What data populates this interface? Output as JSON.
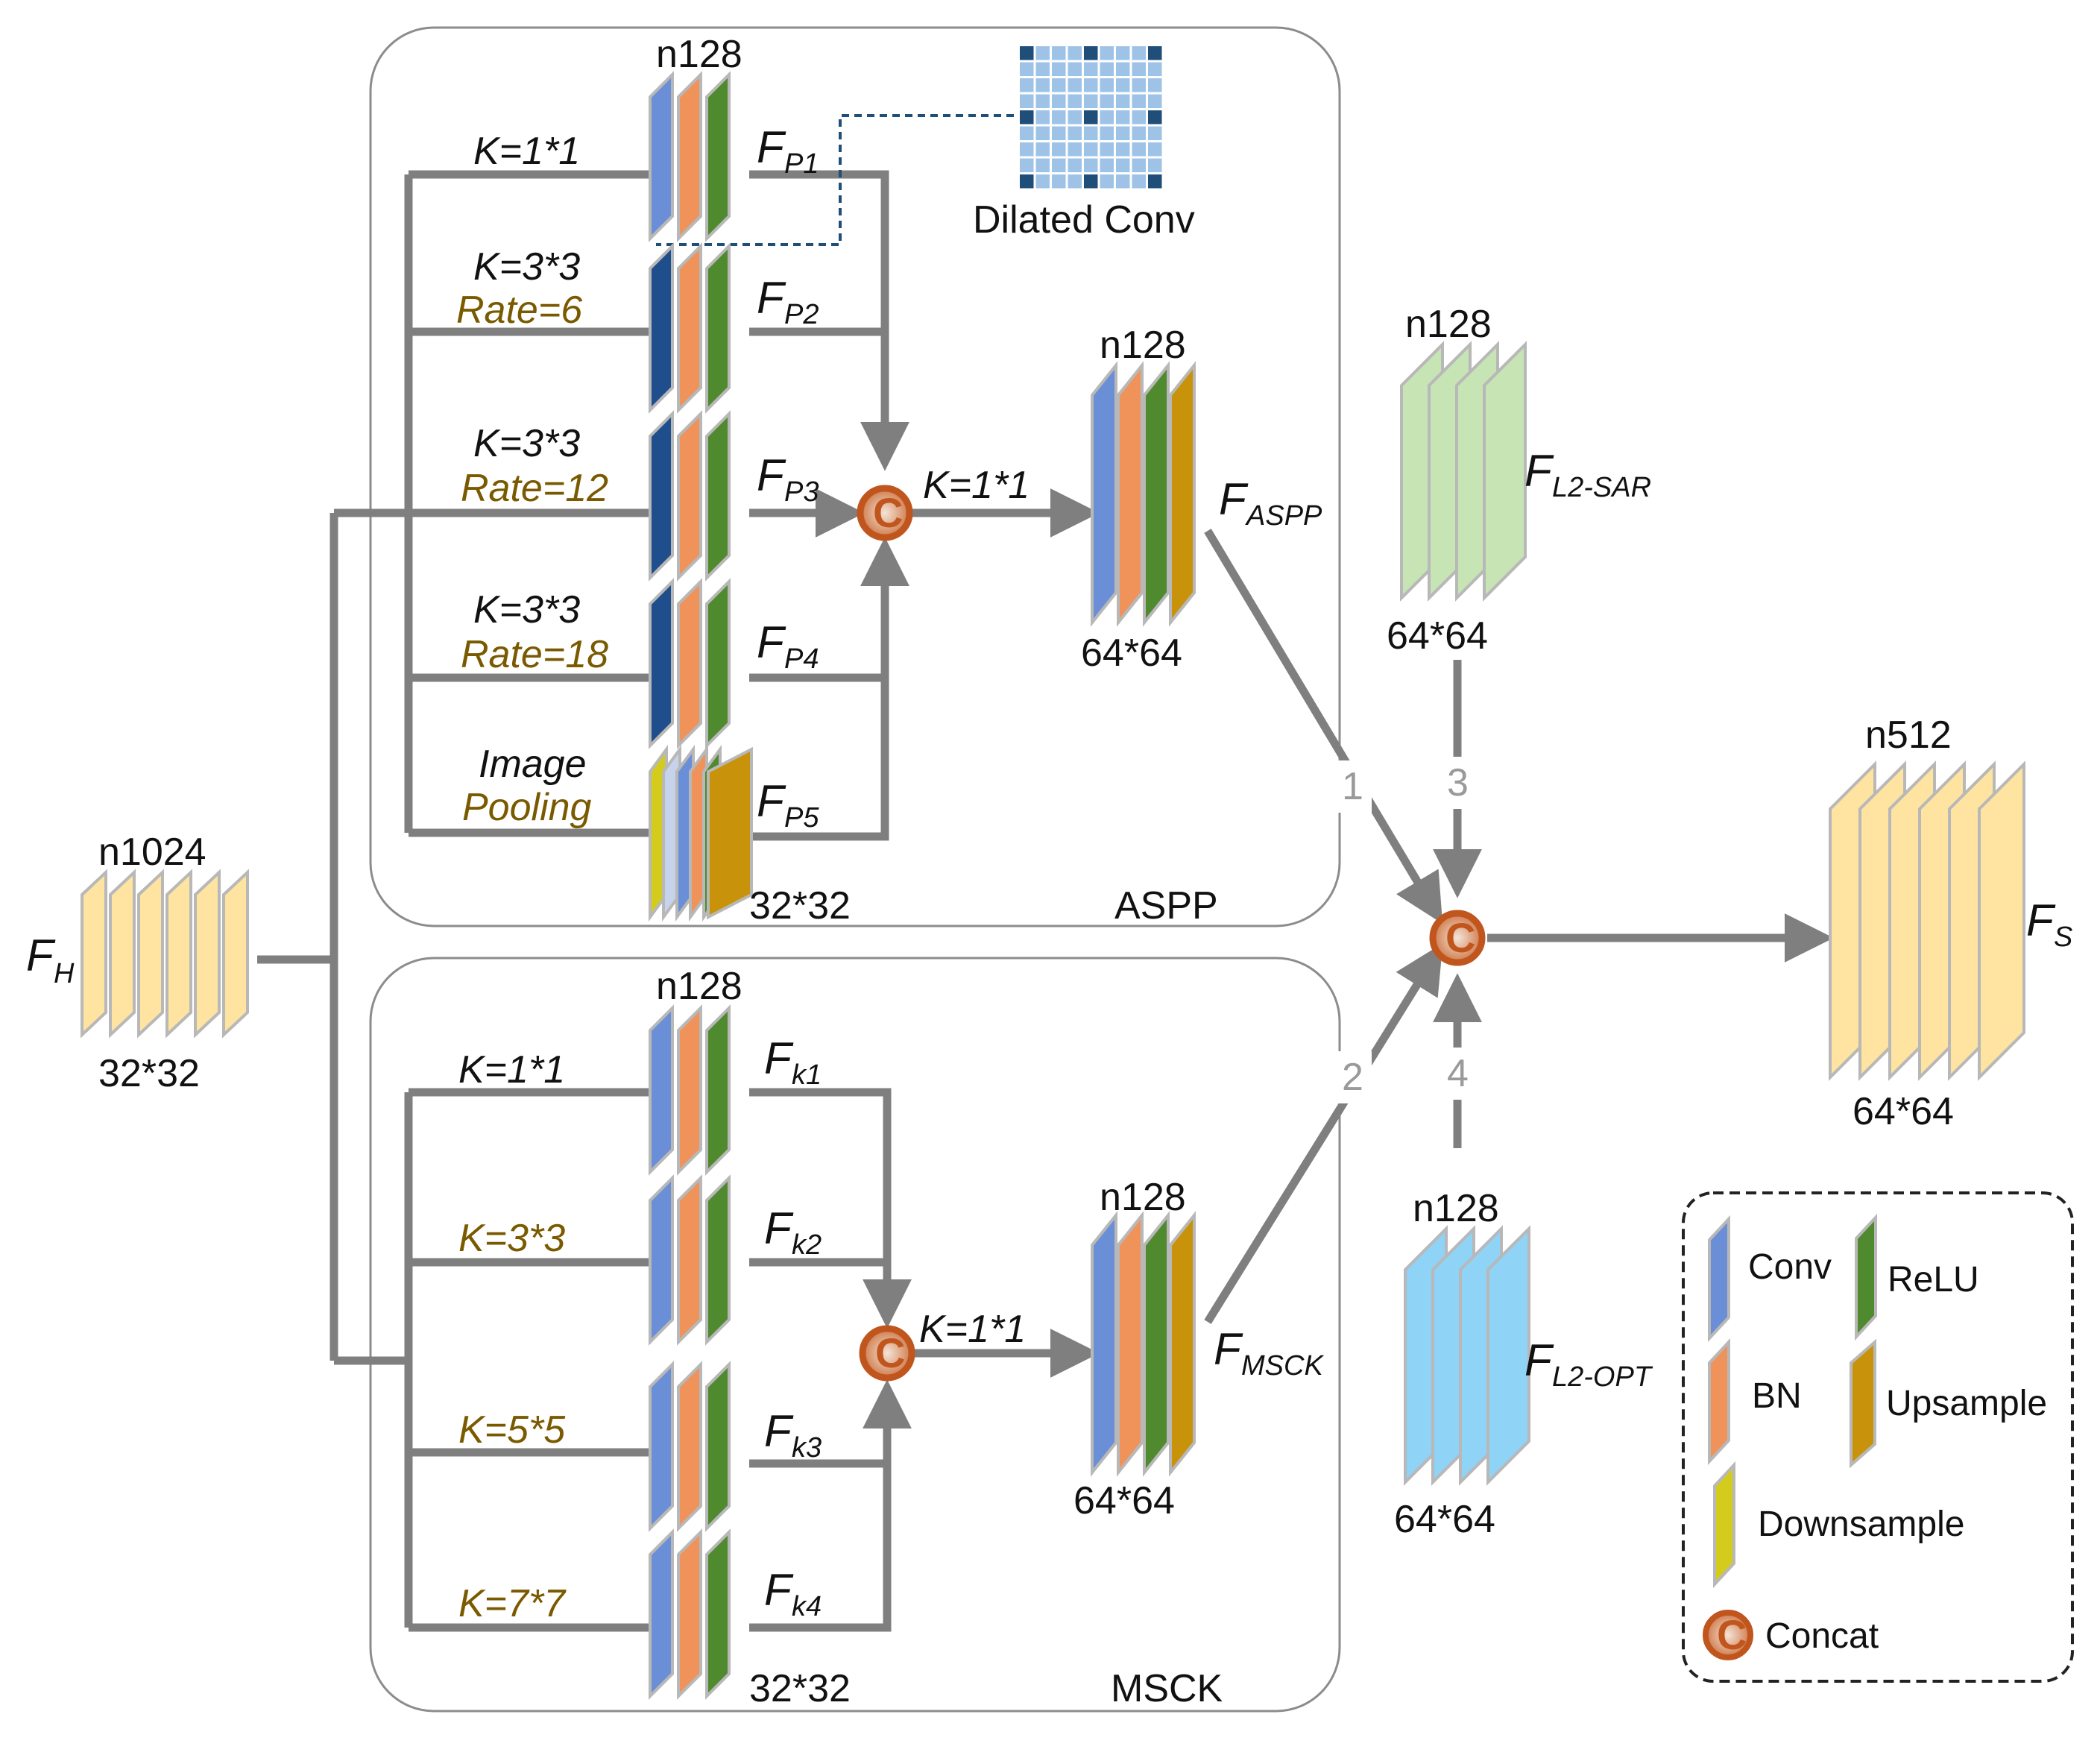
{
  "input": {
    "name": "F",
    "sub": "H",
    "channels": "n1024",
    "size": "32*32"
  },
  "aspp": {
    "title": "ASPP",
    "channels": "n128",
    "branch_size": "32*32",
    "dilated_label": "Dilated Conv",
    "branches": [
      {
        "k": "K=1*1",
        "rate": "",
        "out": "F",
        "out_sub": "P1"
      },
      {
        "k": "K=3*3",
        "rate": "Rate=6",
        "out": "F",
        "out_sub": "P2"
      },
      {
        "k": "K=3*3",
        "rate": "Rate=12",
        "out": "F",
        "out_sub": "P3"
      },
      {
        "k": "K=3*3",
        "rate": "Rate=18",
        "out": "F",
        "out_sub": "P4"
      },
      {
        "k": "Image",
        "rate": "Pooling",
        "out": "F",
        "out_sub": "P5"
      }
    ],
    "fuse_k": "K=1*1",
    "out_channels": "n128",
    "out_size": "64*64",
    "out_name": "F",
    "out_sub": "ASPP"
  },
  "msck": {
    "title": "MSCK",
    "channels": "n128",
    "branch_size": "32*32",
    "branches": [
      {
        "k": "K=1*1",
        "out": "F",
        "out_sub": "k1"
      },
      {
        "k": "K=3*3",
        "out": "F",
        "out_sub": "k2"
      },
      {
        "k": "K=5*5",
        "out": "F",
        "out_sub": "k3"
      },
      {
        "k": "K=7*7",
        "out": "F",
        "out_sub": "k4"
      }
    ],
    "fuse_k": "K=1*1",
    "out_channels": "n128",
    "out_size": "64*64",
    "out_name": "F",
    "out_sub": "MSCK"
  },
  "sar": {
    "channels": "n128",
    "size": "64*64",
    "name": "F",
    "sub": "L2-SAR"
  },
  "opt": {
    "channels": "n128",
    "size": "64*64",
    "name": "F",
    "sub": "L2-OPT"
  },
  "output": {
    "channels": "n512",
    "size": "64*64",
    "name": "F",
    "sub": "S"
  },
  "edge_labels": [
    "1",
    "2",
    "3",
    "4"
  ],
  "concat_glyph": "C",
  "legend": {
    "conv": "Conv",
    "relu": "ReLU",
    "bn": "BN",
    "upsample": "Upsample",
    "downsample": "Downsample",
    "concat": "Concat"
  },
  "colors": {
    "conv": "#6a8fd6",
    "conv_dark": "#1f4e8c",
    "bn": "#f0935a",
    "relu": "#4f8a2f",
    "upsample": "#c8930a",
    "downsample": "#d4cc1c",
    "yellow_map": "#ffe3a0",
    "sar_green": "#c6e4b4",
    "opt_blue": "#8fd3f7",
    "concat_ring": "#c0561d",
    "line_gray": "#7f7f7f"
  }
}
